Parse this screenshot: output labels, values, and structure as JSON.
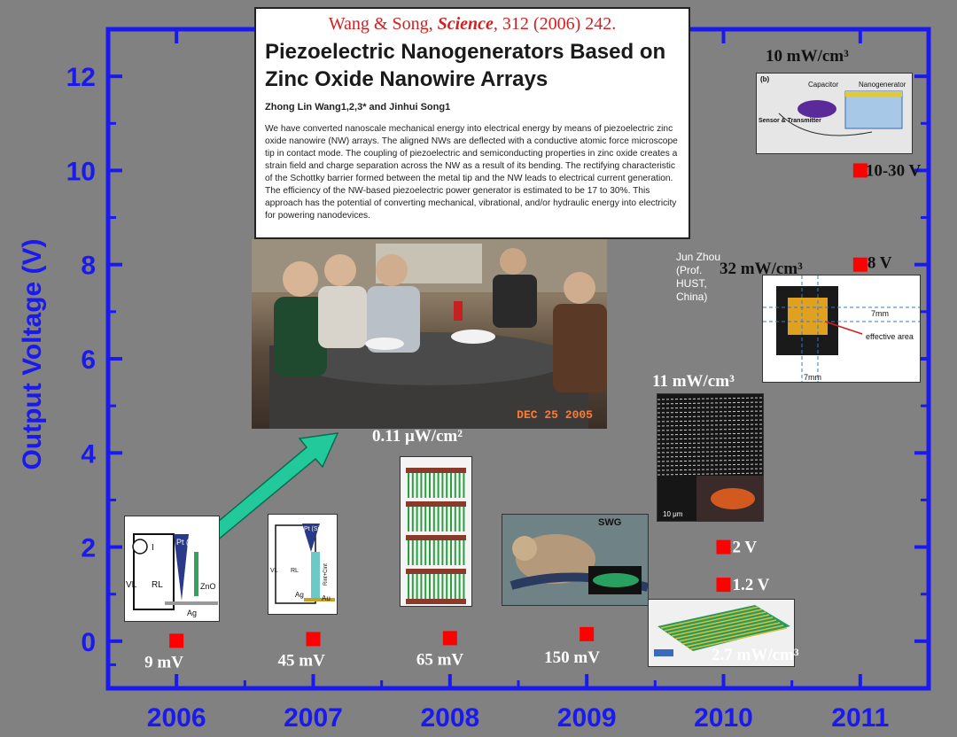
{
  "chart_data": {
    "type": "scatter",
    "title": "",
    "xlabel": "",
    "ylabel": "Output Voltage (V)",
    "x_ticks": [
      "2006",
      "2007",
      "2008",
      "2009",
      "2010",
      "2011"
    ],
    "y_ticks": [
      0,
      2,
      4,
      6,
      8,
      10,
      12
    ],
    "ylim": [
      -1,
      13
    ],
    "xlim": [
      2005.5,
      2011.5
    ],
    "grid": false,
    "series": [
      {
        "marker_color": "#ff0000",
        "points": [
          {
            "x": 2006,
            "y": 0.009,
            "label": "9 mV"
          },
          {
            "x": 2007,
            "y": 0.045,
            "label": "45 mV"
          },
          {
            "x": 2008,
            "y": 0.065,
            "label": "65 mV"
          },
          {
            "x": 2009,
            "y": 0.15,
            "label": "150 mV"
          },
          {
            "x": 2010,
            "y": 1.2,
            "label": "1.2 V"
          },
          {
            "x": 2010,
            "y": 2.0,
            "label": "2 V"
          },
          {
            "x": 2011,
            "y": 8.0,
            "label": "8 V"
          },
          {
            "x": 2011,
            "y": 10.0,
            "label": "10-30 V"
          }
        ]
      }
    ],
    "annotations": {
      "power_2008": "0.11 μW/cm²",
      "power_2010a": "11 mW/cm³",
      "power_2010b": "2.7 mW/cm³",
      "power_2011a": "32 mW/cm³",
      "power_2011b": "10 mW/cm³"
    },
    "axis_color": "#1a1aee",
    "background": "#818181"
  },
  "paper": {
    "citation_authors": "Wang & Song, ",
    "citation_journal": "Science",
    "citation_rest": ", 312 (2006) 242.",
    "title": "Piezoelectric Nanogenerators Based on Zinc Oxide Nanowire Arrays",
    "authors": "Zhong Lin Wang1,2,3* and Jinhui Song1",
    "abstract": "We have converted nanoscale mechanical energy into electrical energy by means of piezoelectric zinc oxide nanowire (NW) arrays. The aligned NWs are deflected with a conductive atomic force microscope tip in contact mode. The coupling of piezoelectric and semiconducting properties in zinc oxide creates a strain field and charge separation across the NW as a result of its bending. The rectifying characteristic of the Schottky barrier formed between the metal tip and the NW leads to electrical current generation. The efficiency of the NW-based piezoelectric power generator is estimated to be 17 to 30%. This approach has the potential of converting mechanical, vibrational, and/or hydraulic energy into electricity for powering nanodevices."
  },
  "photo": {
    "date_stamp": "DEC 25 2005"
  },
  "note": {
    "text": "Jun Zhou (Prof. HUST, China)"
  },
  "diagrams": {
    "d2006": {
      "tip": "Pt (Si)",
      "zno": "ZnO",
      "ag": "Ag",
      "current": "I",
      "vl": "VL",
      "rl": "RL"
    },
    "d2007": {
      "tip": "Pt (Si)",
      "ag": "Ag",
      "au": "Au",
      "vl": "VL",
      "rl": "RL",
      "rc": "Rint+Cint"
    },
    "d2009": {
      "swg": "SWG"
    },
    "d2010": {
      "scale": "10 μm"
    },
    "d2011a": {
      "dim1": "7mm",
      "dim2": "7mm",
      "area": "effective area"
    },
    "d2011b": {
      "panel": "(b)",
      "cap": "Capacitor",
      "ng": "Nanogenerator",
      "sensor": "Sensor & Transmitter"
    }
  }
}
